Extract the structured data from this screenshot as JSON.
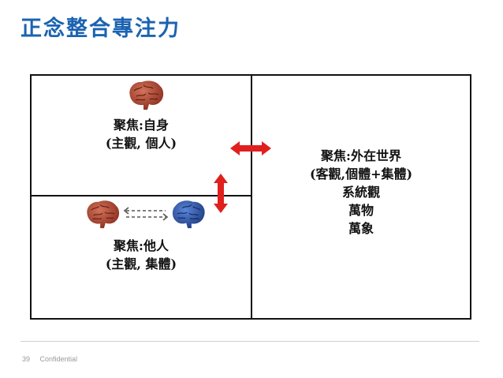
{
  "slide": {
    "title": "正念整合專注力",
    "page_number": "39",
    "footer_text": "Confidential"
  },
  "quadrant_self": {
    "line1": "聚焦:自身",
    "line2": "(主觀, 個人)"
  },
  "quadrant_others": {
    "line1": "聚焦:他人",
    "line2": "(主觀, 集體)"
  },
  "quadrant_world": {
    "line1": "聚焦:外在世界",
    "line2": "(客觀,個體+集體)",
    "line3": "系統觀",
    "line4": "萬物",
    "line5": "萬象"
  },
  "icons": {
    "brain_self": "brain-icon",
    "brain_left": "brain-icon",
    "brain_right": "blue-brain-icon",
    "connector": "dashed-double-arrow-icon",
    "arrow_horizontal": "red-double-arrow-horizontal-icon",
    "arrow_vertical": "red-double-arrow-vertical-icon"
  },
  "colors": {
    "title": "#1b63b1",
    "arrow": "#e0201e",
    "brain_red": "#a8412c",
    "brain_blue": "#2c4fa0",
    "border": "#111111"
  }
}
